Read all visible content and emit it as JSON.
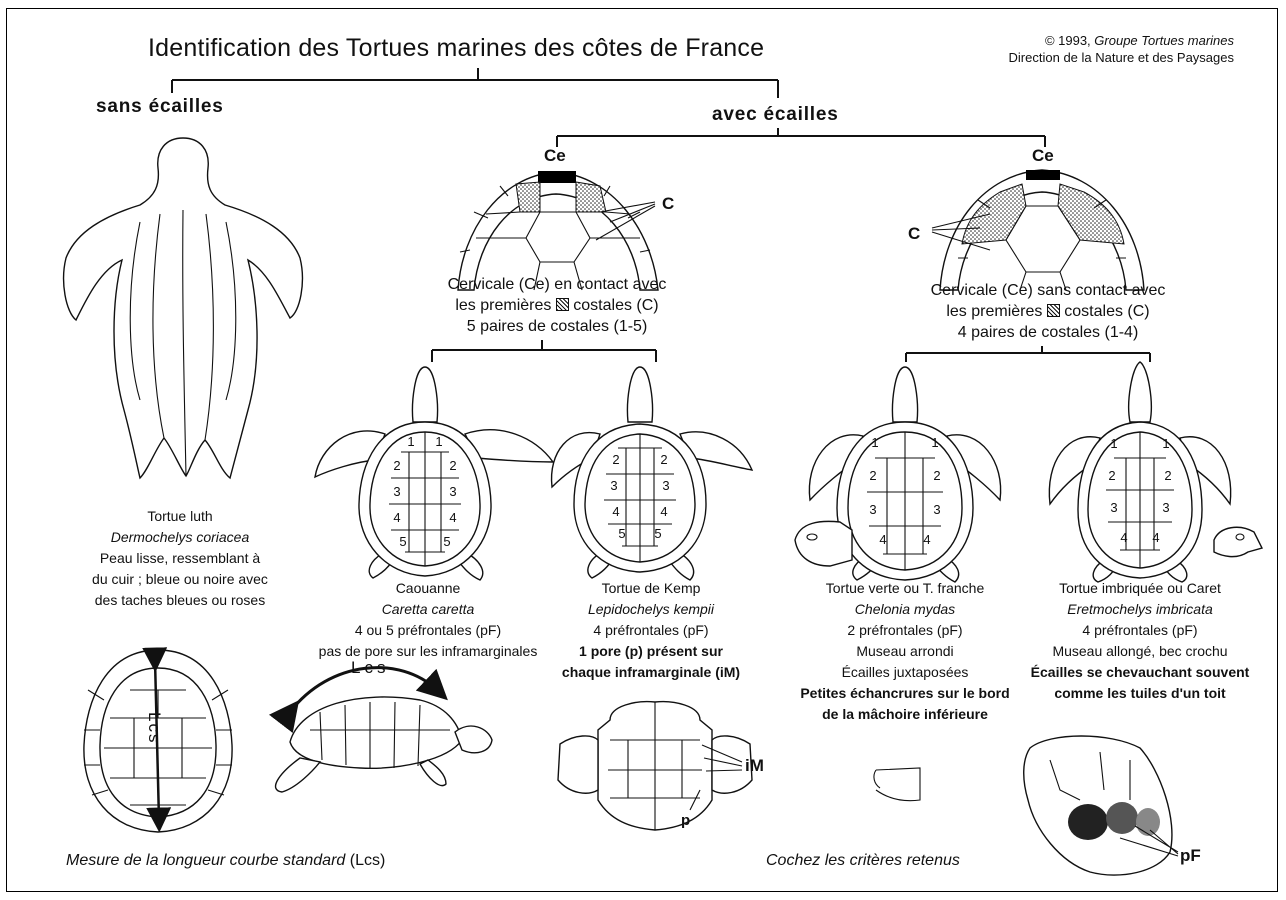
{
  "title": "Identification des Tortues marines des côtes de France",
  "credit": {
    "line1_prefix": "© 1993,",
    "line1_org": "Groupe Tortues marines",
    "line2": "Direction de la Nature et des Paysages"
  },
  "branches": {
    "left": "sans écailles",
    "right": "avec écailles"
  },
  "groups": {
    "contact": {
      "label_ce": "Ce",
      "label_c": "C",
      "line1": "Cervicale (Ce) en contact avec",
      "line2a": "les premières",
      "line2b": "costales (C)",
      "line3": "5 paires de costales (1-5)"
    },
    "no_contact": {
      "label_ce": "Ce",
      "label_c": "C",
      "line1": "Cervicale (Ce) sans contact avec",
      "line2a": "les premières",
      "line2b": "costales (C)",
      "line3": "4 paires de costales (1-4)"
    }
  },
  "species": {
    "luth": {
      "name": "Tortue luth",
      "sci": "Dermochelys coriacea",
      "d1": "Peau lisse, ressemblant à",
      "d2": "du cuir ; bleue ou noire avec",
      "d3": "des taches bleues ou roses"
    },
    "caouanne": {
      "name": "Caouanne",
      "sci": "Caretta caretta",
      "d1": "4 ou 5 préfrontales (pF)",
      "d2": "pas de pore sur les inframarginales"
    },
    "kemp": {
      "name": "Tortue de Kemp",
      "sci": "Lepidochelys kempii",
      "d1": "4 préfrontales  (pF)",
      "d2": "1 pore (p) présent sur",
      "d3": "chaque inframarginale (iM)"
    },
    "verte": {
      "name": "Tortue verte ou T. franche",
      "sci": "Chelonia mydas",
      "d1": "2 préfrontales  (pF)",
      "d2": "Museau arrondi",
      "d3": "Écailles juxtaposées",
      "d4": "Petites échancrures sur le bord",
      "d5": "de la mâchoire inférieure"
    },
    "imbriquee": {
      "name": "Tortue imbriquée ou Caret",
      "sci": "Eretmochelys imbricata",
      "d1": "4 préfrontales  (pF)",
      "d2": "Museau allongé, bec crochu",
      "d3": "Écailles se chevauchant souvent",
      "d4": "comme les tuiles d'un toit"
    }
  },
  "scute_numbers": {
    "five": [
      "1",
      "2",
      "3",
      "4",
      "5"
    ],
    "four": [
      "1",
      "2",
      "3",
      "4"
    ]
  },
  "labels": {
    "lcs_vertical": "Lcs",
    "lcs_curve": "Lcs",
    "im": "iM",
    "p": "p",
    "pf": "pF"
  },
  "footer": {
    "measure_italic": "Mesure de la longueur courbe standard",
    "measure_suffix": "(Lcs)",
    "check": "Cochez les critères retenus"
  }
}
